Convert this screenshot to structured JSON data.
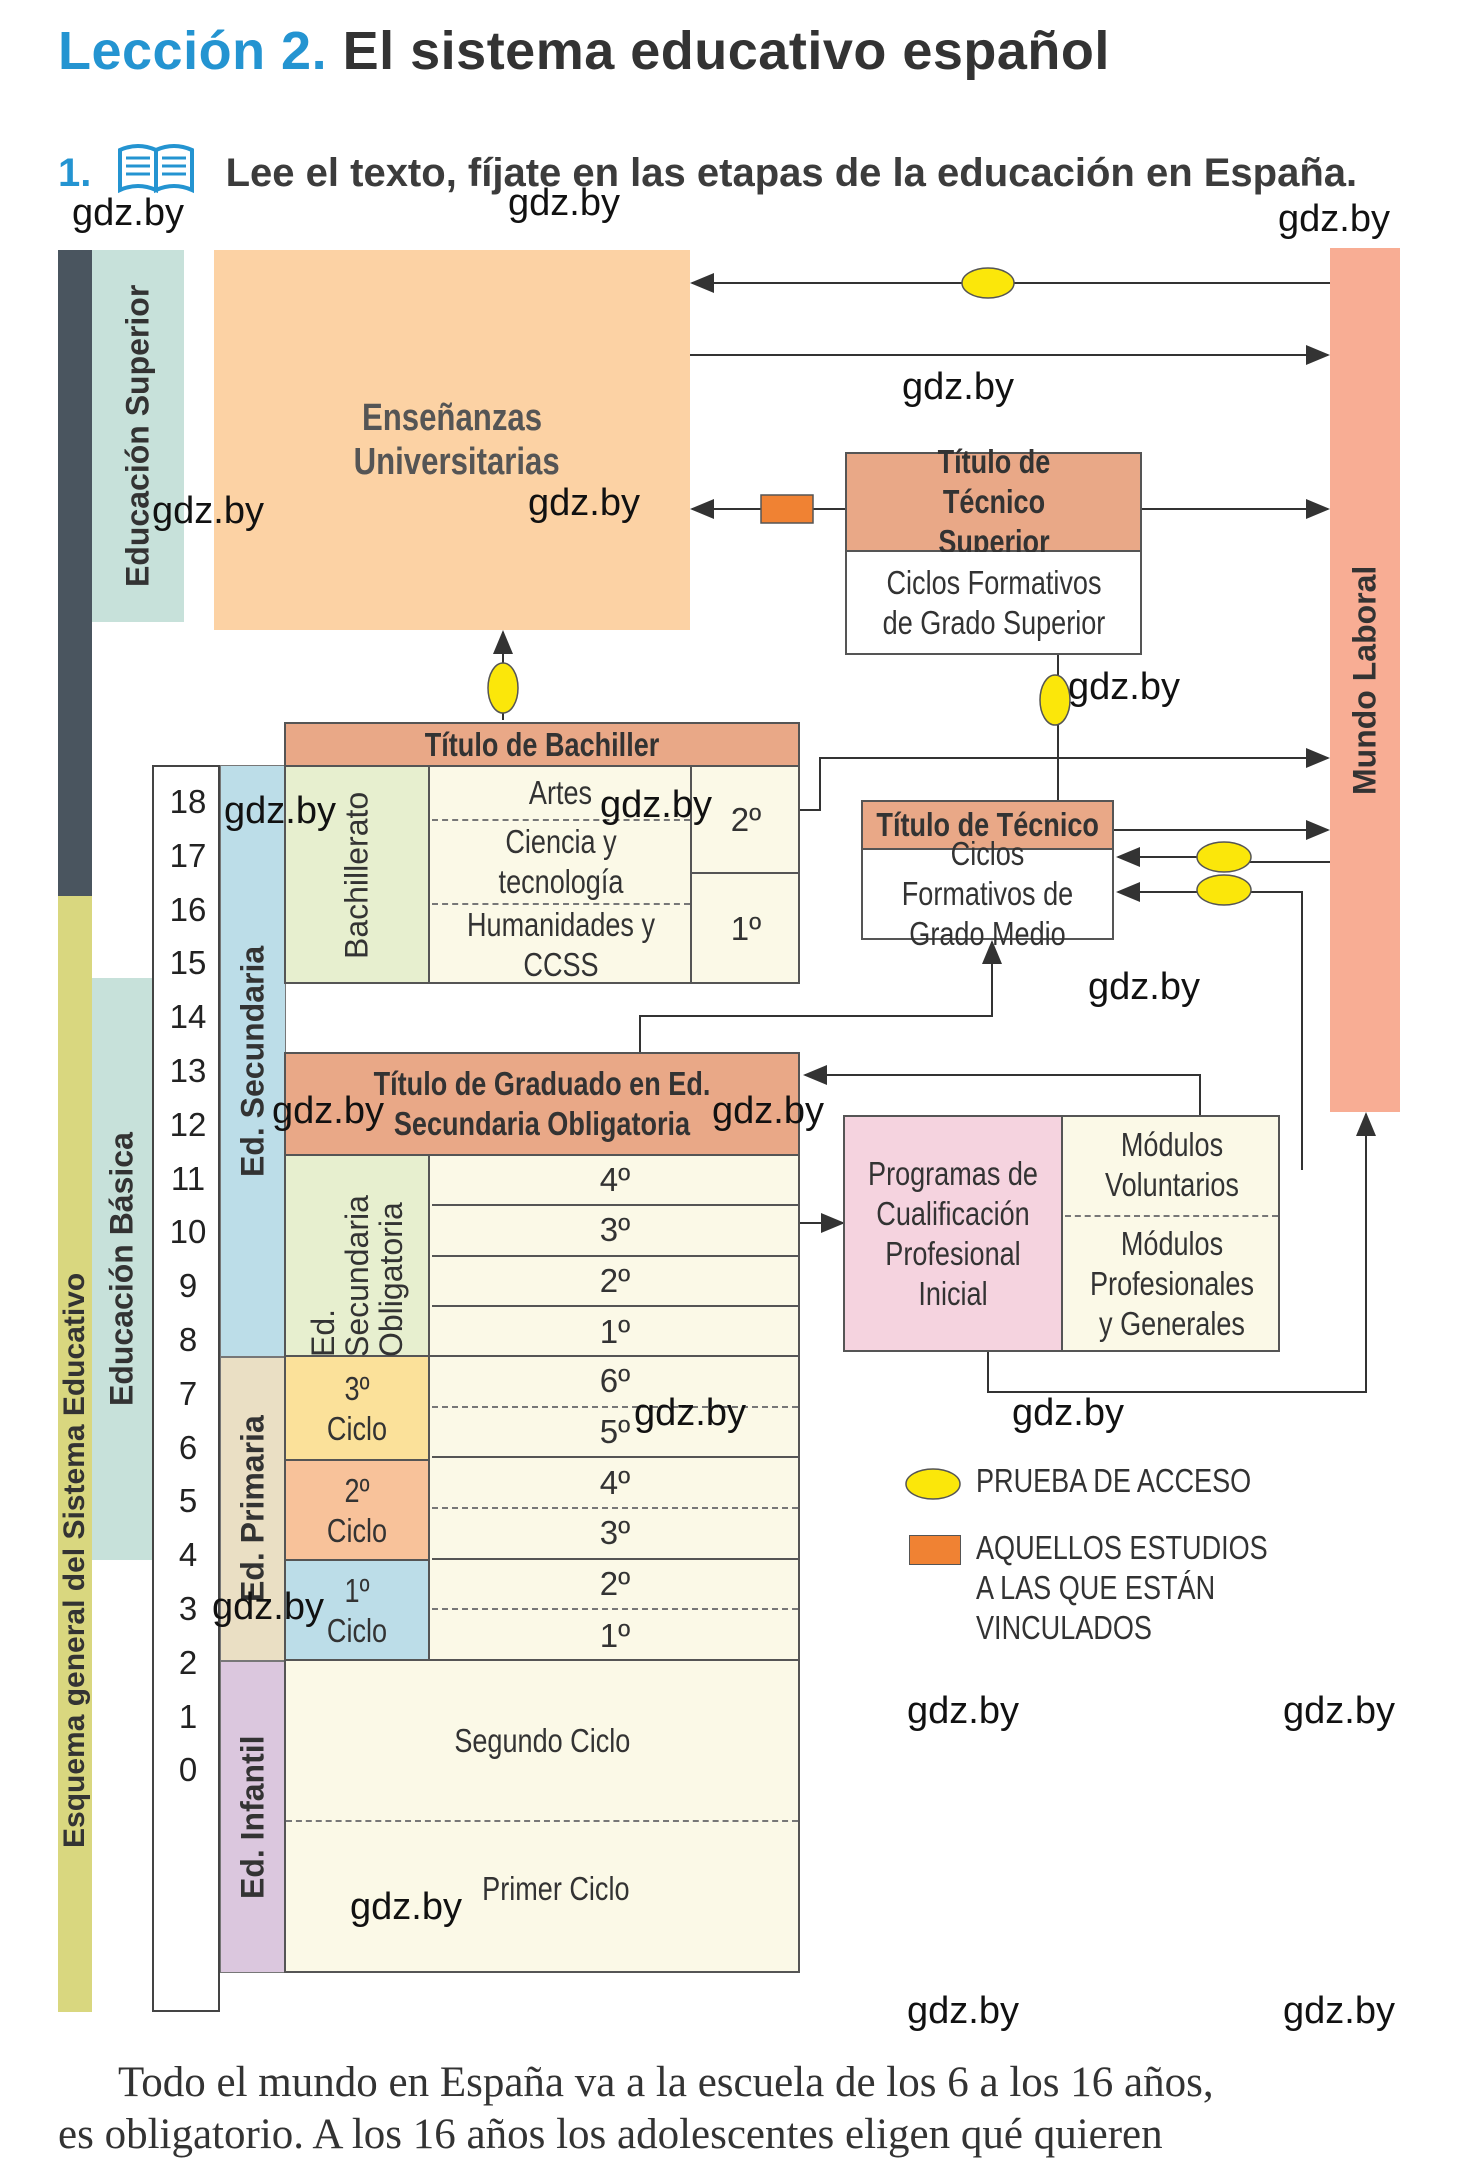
{
  "header": {
    "lesson_label": "Lección 2.",
    "lesson_title": "El sistema educativo español"
  },
  "instruction": {
    "number": "1.",
    "icon": "open-book-icon",
    "text": "Lee el texto, fíjate en las etapas de la educación en España."
  },
  "watermark": "gdz.by",
  "diagram": {
    "side_labels": {
      "esquema": "Esquema general del Sistema Educativo",
      "ed_superior": "Educación Superior",
      "ed_basica": "Educación Básica",
      "ed_secundaria": "Ed. Secundaria",
      "ed_primaria": "Ed. Primaria",
      "ed_infantil": "Ed. Infantil",
      "mundo_laboral": "Mundo Laboral"
    },
    "ages": [
      "18",
      "17",
      "16",
      "15",
      "14",
      "13",
      "12",
      "11",
      "10",
      "9",
      "8",
      "7",
      "6",
      "5",
      "4",
      "3",
      "2",
      "1",
      "0"
    ],
    "universidad": "Enseñanzas Universitarias",
    "tecnico_superior": {
      "title": "Título de Técnico Superior",
      "body": "Ciclos Formativos de Grado Superior"
    },
    "tecnico": {
      "title": "Título de Técnico",
      "body": "Ciclos Formativos de Grado Medio"
    },
    "bachiller": {
      "title": "Título de Bachiller",
      "side": "Bachillerato",
      "modalidades": [
        "Artes",
        "Ciencia y tecnología",
        "Humanidades y CCSS"
      ],
      "courses": [
        "2º",
        "1º"
      ]
    },
    "eso": {
      "title": "Título de Graduado en Ed. Secundaria Obligatoria",
      "side": "Ed. Secundaria Obligatoria",
      "courses": [
        "4º",
        "3º",
        "2º",
        "1º"
      ]
    },
    "pcpi": {
      "main": "Programas de Cualificación Profesional Inicial",
      "voluntarios": "Módulos Voluntarios",
      "profesionales": "Módulos Profesionales y Generales"
    },
    "primaria": {
      "ciclos": [
        "3º Ciclo",
        "2º Ciclo",
        "1º Ciclo"
      ],
      "courses": [
        "6º",
        "5º",
        "4º",
        "3º",
        "2º",
        "1º"
      ]
    },
    "infantil": {
      "segundo": "Segundo Ciclo",
      "primero": "Primer Ciclo"
    },
    "legend": {
      "prueba": "PRUEBA DE ACCESO",
      "vinculados": "AQUELLOS ESTUDIOS A LAS QUE ESTÁN VINCULADOS"
    },
    "colors": {
      "accent_blue": "#2494d1",
      "universidad": "#fcd2a4",
      "mundo_laboral": "#f8ad94",
      "titulo": "#e9a887",
      "cream": "#fbf9e7",
      "ellipse": "#fbe70a",
      "orange_rect": "#f08233"
    }
  },
  "paragraph": {
    "line1": "Todo el mundo en España va a la escuela de los 6 a los 16 años,",
    "line2": "es obligatorio. A los 16 años los adolescentes eligen qué quieren"
  }
}
